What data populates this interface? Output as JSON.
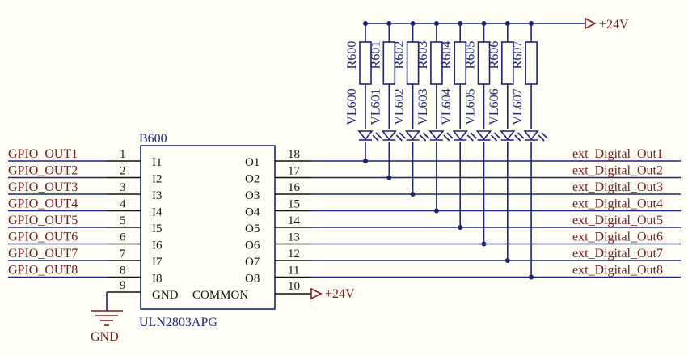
{
  "chip": {
    "designator": "B600",
    "part": "ULN2803APG",
    "inputs": [
      {
        "net": "GPIO_OUT1",
        "pin": "1",
        "name": "I1"
      },
      {
        "net": "GPIO_OUT2",
        "pin": "2",
        "name": "I2"
      },
      {
        "net": "GPIO_OUT3",
        "pin": "3",
        "name": "I3"
      },
      {
        "net": "GPIO_OUT4",
        "pin": "4",
        "name": "I4"
      },
      {
        "net": "GPIO_OUT5",
        "pin": "5",
        "name": "I5"
      },
      {
        "net": "GPIO_OUT6",
        "pin": "6",
        "name": "I6"
      },
      {
        "net": "GPIO_OUT7",
        "pin": "7",
        "name": "I7"
      },
      {
        "net": "GPIO_OUT8",
        "pin": "8",
        "name": "I8"
      }
    ],
    "outputs": [
      {
        "net": "ext_Digital_Out1",
        "pin": "18",
        "name": "O1"
      },
      {
        "net": "ext_Digital_Out2",
        "pin": "17",
        "name": "O2"
      },
      {
        "net": "ext_Digital_Out3",
        "pin": "16",
        "name": "O3"
      },
      {
        "net": "ext_Digital_Out4",
        "pin": "15",
        "name": "O4"
      },
      {
        "net": "ext_Digital_Out5",
        "pin": "14",
        "name": "O5"
      },
      {
        "net": "ext_Digital_Out6",
        "pin": "13",
        "name": "O6"
      },
      {
        "net": "ext_Digital_Out7",
        "pin": "12",
        "name": "O7"
      },
      {
        "net": "ext_Digital_Out8",
        "pin": "11",
        "name": "O8"
      }
    ],
    "gnd_pin": {
      "pin": "9",
      "name": "GND",
      "net": "GND"
    },
    "common_pin": {
      "pin": "10",
      "name": "COMMON",
      "net": "+24V"
    }
  },
  "resistors": [
    "R600",
    "R601",
    "R602",
    "R603",
    "R604",
    "R605",
    "R606",
    "R607"
  ],
  "leds": [
    "VL600",
    "VL601",
    "VL602",
    "VL603",
    "VL604",
    "VL605",
    "VL606",
    "VL607"
  ],
  "top_supply": "+24V",
  "colors": {
    "wire": "#1a237e",
    "net_label": "#7b1a1a",
    "background": "#fefef6"
  }
}
